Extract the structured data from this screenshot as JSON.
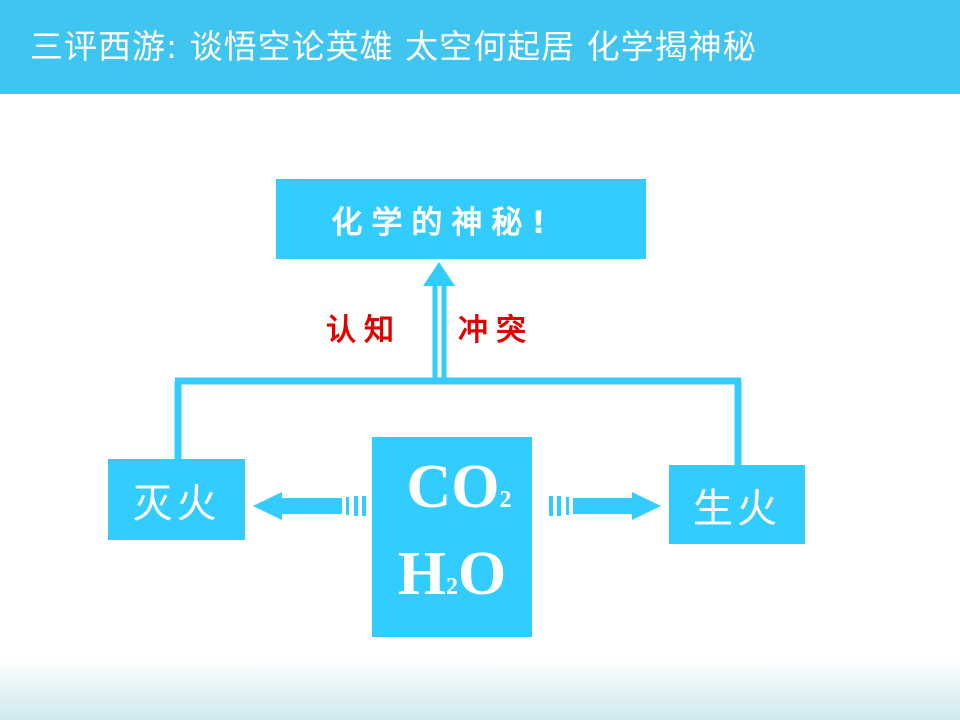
{
  "slide": {
    "title": "三评西游: 谈悟空论英雄  太空何起居  化学揭神秘"
  },
  "diagram": {
    "top_box": "化学的神秘!",
    "left_box": "灭火",
    "right_box": "生火",
    "center_box": {
      "line1_main": "CO",
      "line1_sub": "2",
      "line2_h": "H",
      "line2_sub": "2",
      "line2_o": "O"
    },
    "arrow_label_left": "认知",
    "arrow_label_right": "冲突"
  },
  "colors": {
    "banner": "#3fc5f0",
    "box": "#33ccff",
    "label_red": "#e00000"
  }
}
